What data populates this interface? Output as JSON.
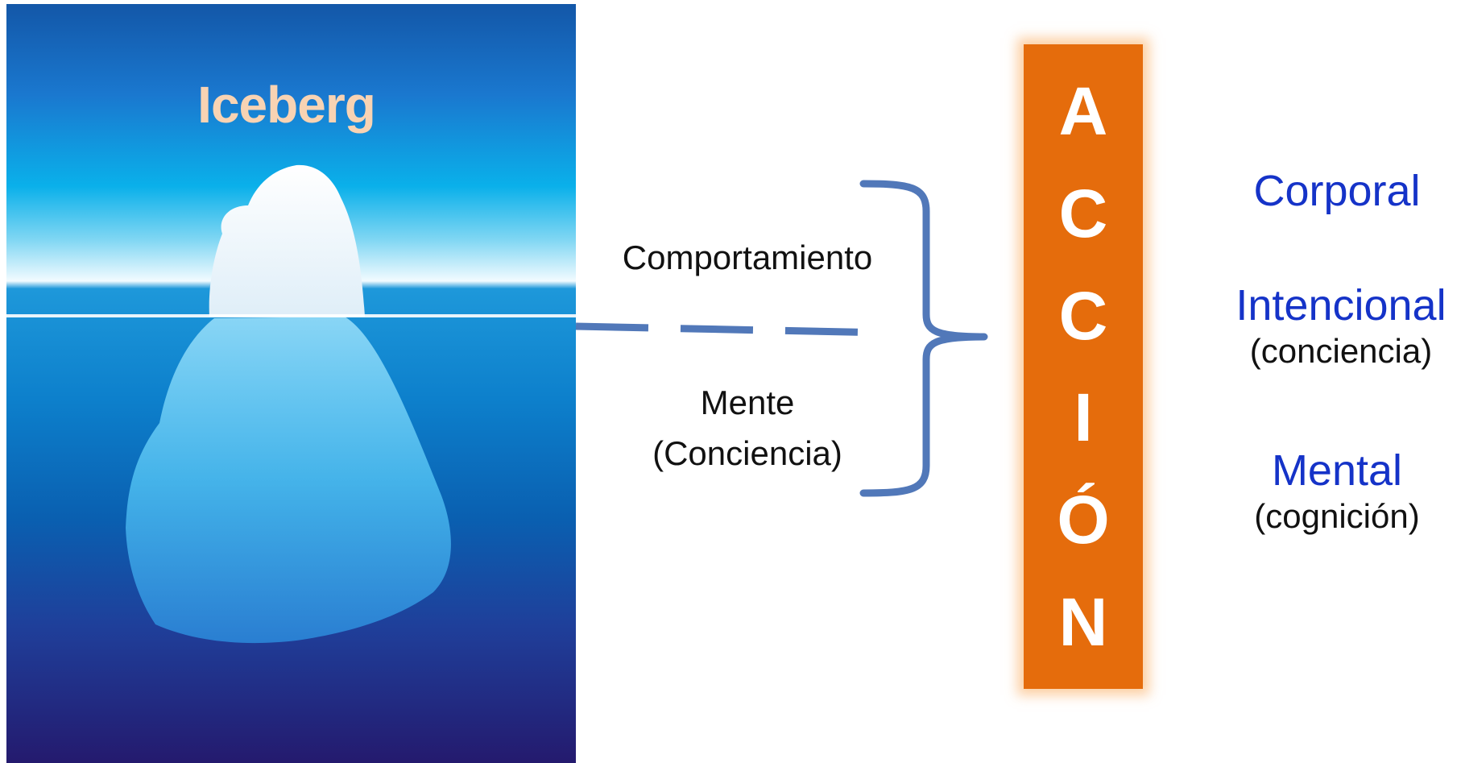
{
  "iceberg_panel": {
    "title": "Iceberg"
  },
  "labels": {
    "above": "Comportamiento",
    "below_line1": "Mente",
    "below_line2": "(Conciencia)"
  },
  "accion": {
    "letters": [
      "A",
      "C",
      "C",
      "I",
      "Ó",
      "N"
    ],
    "box_color": "#e56c0c"
  },
  "types": [
    {
      "name": "Corporal",
      "note": ""
    },
    {
      "name": "Intencional",
      "note": "(conciencia)"
    },
    {
      "name": "Mental",
      "note": "(cognición)"
    }
  ],
  "colors": {
    "brace": "#5178b9",
    "type_text": "#1533c8",
    "title": "#f8d3b3"
  }
}
